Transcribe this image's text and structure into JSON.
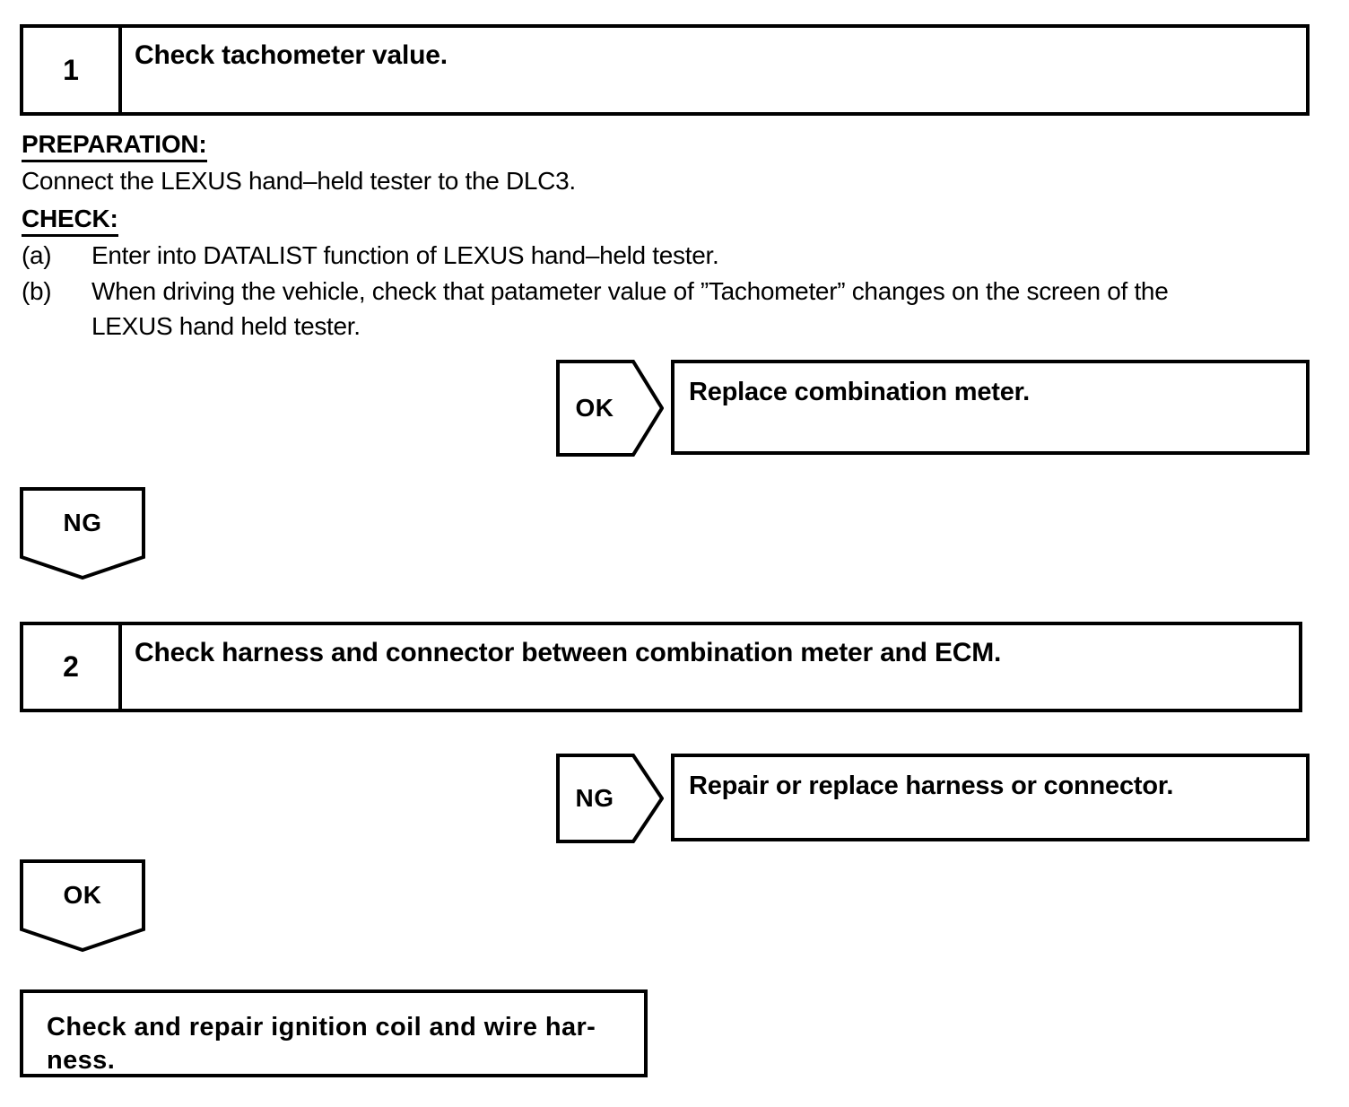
{
  "document": {
    "type": "diagnostic-troubleshooting-flowchart"
  },
  "steps": [
    {
      "number": "1",
      "title": "Check tachometer value."
    },
    {
      "number": "2",
      "title": "Check harness and connector between combination meter and ECM."
    }
  ],
  "procedure": {
    "preparation_heading": "PREPARATION:",
    "preparation_text": "Connect the LEXUS hand–held tester to the DLC3.",
    "check_heading": "CHECK:",
    "items": [
      {
        "mark": "(a)",
        "text": "Enter into DATALIST function of LEXUS hand–held tester.",
        "continuation": ""
      },
      {
        "mark": "(b)",
        "text": "When driving the vehicle, check that patameter value of ”Tachometer” changes on the screen of the",
        "continuation": "LEXUS hand held tester."
      }
    ]
  },
  "branches": [
    {
      "tag": "OK",
      "result": "Replace combination meter."
    },
    {
      "tag": "NG",
      "result": "Repair or replace harness or connector."
    }
  ],
  "flow_tags": [
    {
      "label": "NG"
    },
    {
      "label": "OK"
    }
  ],
  "final": {
    "text": "Check and repair ignition coil and wire har-\nness."
  },
  "colors": {
    "ink": "#000000",
    "paper": "#ffffff"
  }
}
